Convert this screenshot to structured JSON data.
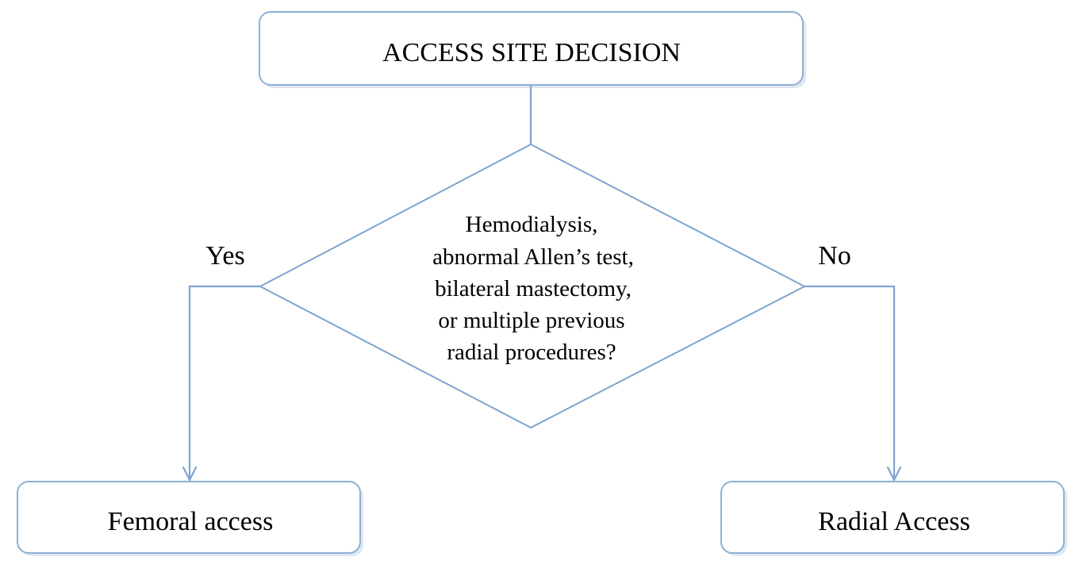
{
  "diagram": {
    "title": "ACCESS SITE DECISION",
    "question": {
      "lines": [
        "Hemodialysis,",
        "abnormal Allen’s test,",
        "bilateral mastectomy,",
        "or multiple previous",
        "radial procedures?"
      ]
    },
    "branches": {
      "yes_label": "Yes",
      "no_label": "No"
    },
    "outcomes": {
      "yes": "Femoral access",
      "no": "Radial Access"
    },
    "colors": {
      "stroke": "#7ea4cf",
      "box_border": "#8eb0d4",
      "text": "#000000",
      "background": "#ffffff"
    }
  }
}
